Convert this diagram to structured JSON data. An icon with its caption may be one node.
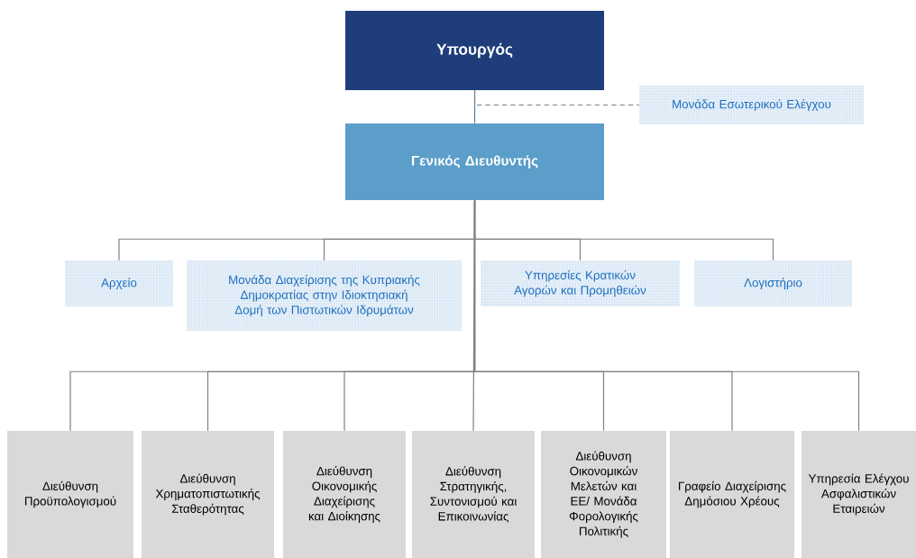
{
  "diagram": {
    "nodes": [
      {
        "text": [
          "Υπουργός"
        ]
      },
      {
        "text": [
          "Μονάδα Εσωτερικού Ελέγχου"
        ]
      },
      {
        "text": [
          "Γενικός Διευθυντής"
        ]
      },
      {
        "text": [
          "Αρχείο"
        ]
      },
      {
        "text": [
          "Μονάδα Διαχείρισης της Κυπριακής Δημοκρατίας στην Ιδιοκτησιακή Δομή των Πιστωτικών Ιδρυμάτων"
        ]
      },
      {
        "text": [
          "Υπηρεσίες Κρατικών Αγορών και Προμηθειών"
        ]
      },
      {
        "text": [
          "Λογιστήριο"
        ]
      },
      {
        "text": [
          "Διεύθυνση Προϋπολογισμού"
        ]
      },
      {
        "text": [
          "Διεύθυνση Χρηματοπιστωτικής Σταθερότητας"
        ]
      },
      {
        "text": [
          "Διεύθυνση Οικονομικής Διαχείρισης και Διοίκησης"
        ]
      },
      {
        "text": [
          "Διεύθυνση Στρατηγικής, Συντονισμού και Επικοινωνίας"
        ]
      },
      {
        "text": [
          "Διεύθυνση Οικονομικών Μελετών και ΕΕ/ Μονάδα Φορολογικής Πολιτικής"
        ]
      },
      {
        "text": [
          "Γραφείο Διαχείρισης Δημόσιου Χρέους"
        ]
      },
      {
        "text": [
          "Υπηρεσία Ελέγχου Ασφαλιστικών Εταιρειών"
        ]
      }
    ],
    "edges": [
      {
        "from": 0,
        "to": 2,
        "arrow": "none",
        "color": "#5b7fa6"
      },
      {
        "from": 0,
        "to": 1,
        "arrow": "none",
        "style": "dashed"
      },
      {
        "from": 2,
        "to": 3,
        "arrow": "none"
      },
      {
        "from": 2,
        "to": 4,
        "arrow": "none"
      },
      {
        "from": 2,
        "to": 5,
        "arrow": "none"
      },
      {
        "from": 2,
        "to": 6,
        "arrow": "none"
      },
      {
        "from": 2,
        "to": 7,
        "arrow": "none"
      },
      {
        "from": 2,
        "to": 8,
        "arrow": "none"
      },
      {
        "from": 2,
        "to": 9,
        "arrow": "none"
      },
      {
        "from": 2,
        "to": 10,
        "arrow": "none"
      },
      {
        "from": 2,
        "to": 11,
        "arrow": "none"
      },
      {
        "from": 2,
        "to": 12,
        "arrow": "none"
      },
      {
        "from": 2,
        "to": 13,
        "arrow": "none"
      }
    ]
  }
}
